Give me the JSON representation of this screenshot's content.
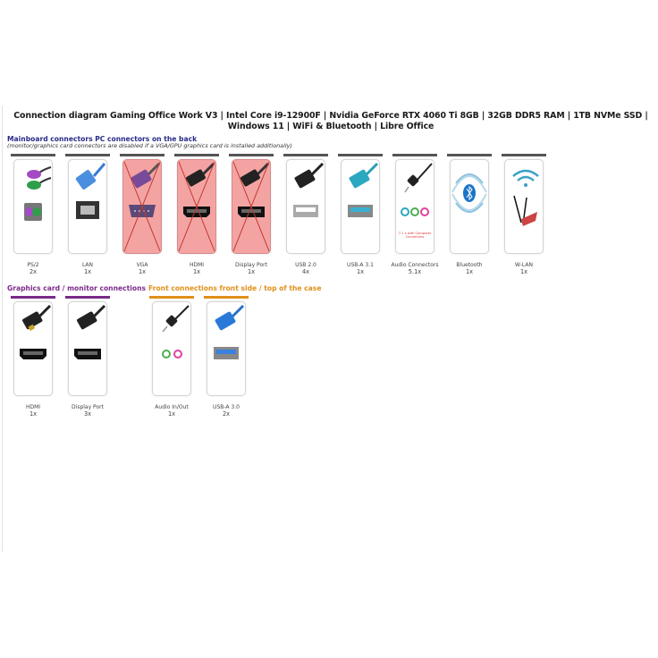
{
  "title": "Connection diagram Gaming Office Work V3 | Intel Core i9-12900F | Nvidia GeForce RTX 4060 Ti 8GB | 32GB DDR5 RAM | 1TB NVMe SSD | Windows 11 | WiFi & Bluetooth | Libre Office",
  "mainboard": {
    "heading": "Mainboard connectors PC connectors on the back",
    "note": "(monitor/graphics card connectors are disabled if a VGA/GPU graphics card is installed additionally)",
    "items": [
      {
        "label": "PS/2",
        "qty": "2x",
        "icon": "ps2-icon",
        "disabled": false
      },
      {
        "label": "LAN",
        "qty": "1x",
        "icon": "lan-icon",
        "disabled": false
      },
      {
        "label": "VGA",
        "qty": "1x",
        "icon": "vga-icon",
        "disabled": true
      },
      {
        "label": "HDMI",
        "qty": "1x",
        "icon": "hdmi-icon",
        "disabled": true
      },
      {
        "label": "Display Port",
        "qty": "1x",
        "icon": "displayport-icon",
        "disabled": true
      },
      {
        "label": "USB 2.0",
        "qty": "4x",
        "icon": "usb2-icon",
        "disabled": false
      },
      {
        "label": "USB-A 3.1",
        "qty": "1x",
        "icon": "usb3-icon",
        "disabled": false
      },
      {
        "label": "Audio Connectors",
        "qty": "5.1x",
        "icon": "audio-icon",
        "disabled": false,
        "note": "7.1 x with Computer Connectors"
      },
      {
        "label": "Bluetooth",
        "qty": "1x",
        "icon": "bluetooth-icon",
        "disabled": false
      },
      {
        "label": "W-LAN",
        "qty": "1x",
        "icon": "wlan-icon",
        "disabled": false
      }
    ]
  },
  "graphics": {
    "heading": "Graphics card / monitor connections",
    "items": [
      {
        "label": "HDMI",
        "qty": "1x",
        "icon": "hdmi-icon"
      },
      {
        "label": "Display Port",
        "qty": "3x",
        "icon": "displayport-icon"
      }
    ]
  },
  "front": {
    "heading": "Front connections front side / top of the case",
    "items": [
      {
        "label": "Audio In/Out",
        "qty": "1x",
        "icon": "audio-jack-icon"
      },
      {
        "label": "USB-A 3.0",
        "qty": "2x",
        "icon": "usb3-icon"
      }
    ]
  },
  "colors": {
    "mainboard_heading": "#2a2a8a",
    "graphics_heading": "#7a2a8a",
    "front_heading": "#e0901a",
    "disabled_fill": "#f4a3a3",
    "disabled_cross": "#c0392b",
    "tile_top_main": "#555555",
    "tile_top_graphics": "#7a2a8a",
    "tile_top_front": "#e0901a"
  }
}
